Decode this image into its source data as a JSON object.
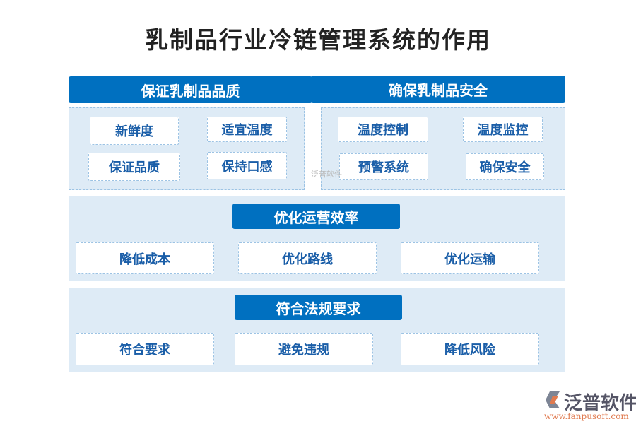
{
  "title": "乳制品行业冷链管理系统的作用",
  "sections": [
    {
      "header": "保证乳制品品质",
      "items": [
        "新鲜度",
        "适宜温度",
        "保证品质",
        "保持口感"
      ]
    },
    {
      "header": "确保乳制品安全",
      "items": [
        "温度控制",
        "温度监控",
        "预警系统",
        "确保安全"
      ]
    },
    {
      "header": "优化运营效率",
      "items": [
        "降低成本",
        "优化路线",
        "优化运输"
      ]
    },
    {
      "header": "符合法规要求",
      "items": [
        "符合要求",
        "避免违规",
        "降低风险"
      ]
    }
  ],
  "watermark": "泛普软件",
  "logo": {
    "name": "泛普软件",
    "url": "www.fanpusoft.com"
  },
  "colors": {
    "accent": "#0070c0",
    "panel": "#deebf6",
    "text": "#1a5ea8"
  }
}
